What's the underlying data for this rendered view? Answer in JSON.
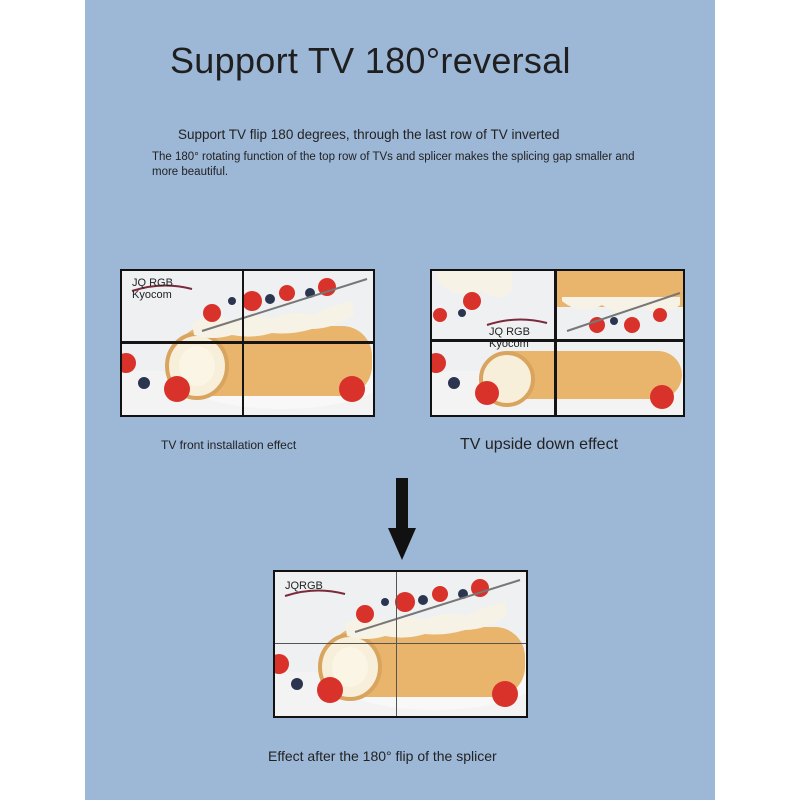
{
  "header": {
    "title": "Support TV 180°reversal",
    "subtitle": "Support TV flip 180 degrees, through the last row of TV inverted",
    "description": "The 180° rotating function of the top row of TVs and splicer makes the splicing gap smaller and more beautiful."
  },
  "walls": {
    "front": {
      "watermark_line1": "JQ RGB",
      "watermark_line2": "Kyocom",
      "caption": "TV front installation effect"
    },
    "upside": {
      "watermark_line1": "JQ RGB",
      "watermark_line2": "Kyocom",
      "caption": "TV upside down effect"
    },
    "after": {
      "watermark_line1": "JQRGB",
      "caption": "Effect after the 180° flip of the splicer"
    }
  },
  "colors": {
    "background_panel": "#9db7d6",
    "bezel": "#111111",
    "cake": "#e9b56c",
    "cream": "#f6f2e6",
    "strawberry": "#d8322b"
  },
  "icons": {
    "arrow": "arrow-down-icon"
  }
}
